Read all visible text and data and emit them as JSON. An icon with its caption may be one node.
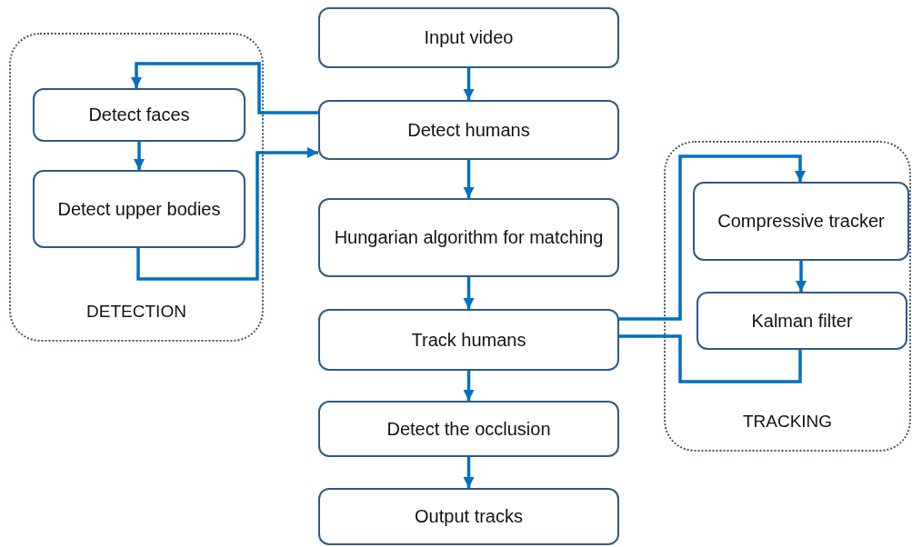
{
  "diagram": {
    "nodes": [
      {
        "text": [
          "Input video"
        ]
      },
      {
        "text": [
          "Detect humans"
        ]
      },
      {
        "text": [
          "DETECTION"
        ]
      },
      {
        "text": [
          "Detect faces"
        ],
        "in": 2
      },
      {
        "text": [
          "Detect upper bodies"
        ],
        "in": 2
      },
      {
        "text": [
          "Hungarian algorithm for matching"
        ]
      },
      {
        "text": [
          "Track humans"
        ]
      },
      {
        "text": [
          "TRACKING"
        ]
      },
      {
        "text": [
          "Compressive tracker"
        ],
        "in": 7
      },
      {
        "text": [
          "Kalman filter"
        ],
        "in": 7
      },
      {
        "text": [
          "Detect the occlusion"
        ]
      },
      {
        "text": [
          "Output tracks"
        ]
      }
    ],
    "edges": [
      {
        "from": 0,
        "to": 1,
        "arrow": "to"
      },
      {
        "from": 1,
        "to": 3,
        "arrow": "to"
      },
      {
        "from": 3,
        "to": 4,
        "arrow": "to"
      },
      {
        "from": 4,
        "to": 1,
        "arrow": "to"
      },
      {
        "from": 1,
        "to": 5,
        "arrow": "to"
      },
      {
        "from": 5,
        "to": 6,
        "arrow": "to"
      },
      {
        "from": 6,
        "to": 10,
        "arrow": "to"
      },
      {
        "from": 10,
        "to": 11,
        "arrow": "to"
      },
      {
        "from": 6,
        "to": 8,
        "arrow": "to"
      },
      {
        "from": 8,
        "to": 9,
        "arrow": "to"
      },
      {
        "from": 9,
        "to": 6,
        "arrow": "none"
      }
    ]
  }
}
